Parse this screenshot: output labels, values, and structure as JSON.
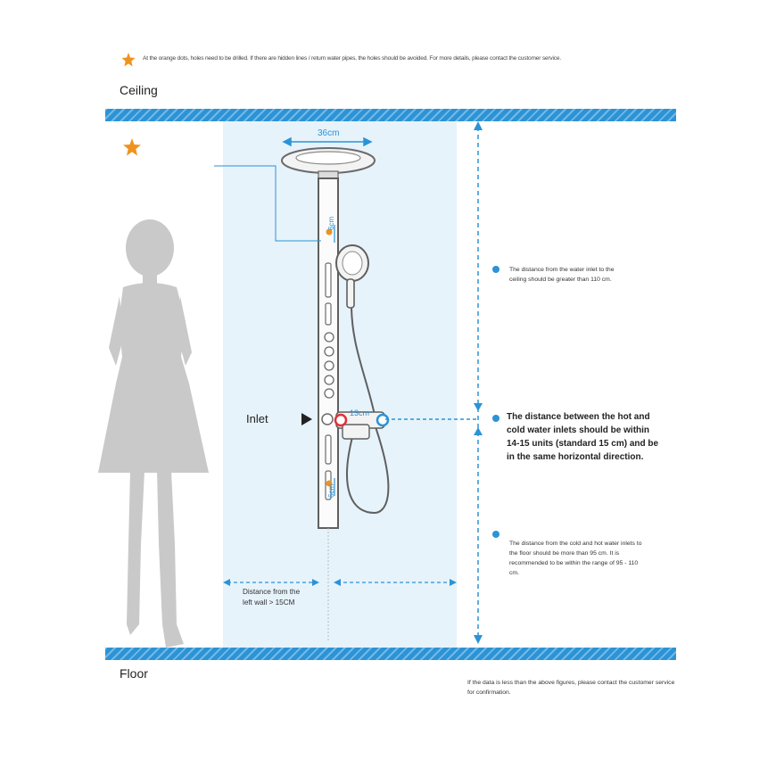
{
  "top_note": "At the orange dots, holes need to be drilled. If there are hidden lines / return water pipes, the holes should be avoided. For more details, please contact the customer service.",
  "labels": {
    "ceiling": "Ceiling",
    "floor": "Floor",
    "inlet": "Inlet",
    "width": "36cm",
    "gap_13": "13cm",
    "dim_6_top": "6cm",
    "dim_6_bottom": "6cm"
  },
  "notes": {
    "inlet_to_ceiling": "The distance from the water inlet to the ceiling should be greater than 110 cm.",
    "hot_cold_spacing": "The distance between the hot and cold water inlets should be within 14-15 units (standard 15 cm) and be in the same horizontal direction.",
    "inlet_to_floor": "The distance from the cold and hot water inlets to the floor should be more than 95 cm. It is recommended to be within the range of 95 - 110 cm.",
    "left_wall": "Distance from the left wall > 15CM",
    "bottom": "If the data is less than the above figures, please contact the customer service for confirmation."
  },
  "colors": {
    "band": "#2b93d6",
    "dimension": "#2b93d6",
    "drill_dot": "#f0921e",
    "hot": "#e0303a",
    "cold": "#2b93d6",
    "silhouette": "#c9c9c9",
    "wall_zone": "#e6f3fb"
  },
  "icons": [
    "star-icon",
    "arrow-right-icon"
  ]
}
